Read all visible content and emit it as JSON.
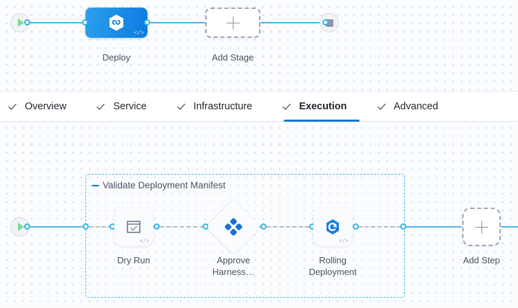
{
  "stage_canvas": {
    "start_node": {
      "icon": "play-icon",
      "name": "pipeline-start"
    },
    "end_node": {
      "icon": "stop-icon",
      "name": "pipeline-end"
    },
    "stages": [
      {
        "label": "Deploy",
        "icon": "harness-hexagon-icon",
        "code_glyph": "</>",
        "selected": true
      },
      {
        "label": "Add Stage",
        "icon": "plus-icon",
        "selected": false
      }
    ]
  },
  "tabs": [
    {
      "label": "Overview",
      "icon": "check-icon",
      "active": false
    },
    {
      "label": "Service",
      "icon": "check-icon",
      "active": false
    },
    {
      "label": "Infrastructure",
      "icon": "check-icon",
      "active": false
    },
    {
      "label": "Execution",
      "icon": "check-icon",
      "active": true
    },
    {
      "label": "Advanced",
      "icon": "check-icon",
      "active": false
    }
  ],
  "execution_canvas": {
    "start_node": {
      "icon": "play-icon",
      "name": "execution-start"
    },
    "step_group": {
      "label": "Validate Deployment Manifest",
      "collapse_icon": "minus-icon"
    },
    "steps": [
      {
        "label": "Dry Run",
        "icon": "window-check-icon",
        "shape": "square",
        "code_glyph": "</>"
      },
      {
        "label": "Approve\nHarness…",
        "icon": "approval-diamond-icon",
        "shape": "diamond"
      },
      {
        "label": "Rolling\nDeployment",
        "icon": "rolling-hexagon-icon",
        "shape": "square",
        "code_glyph": "</>"
      }
    ],
    "add_step": {
      "label": "Add Step",
      "icon": "plus-icon"
    }
  },
  "colors": {
    "accent_blue": "#0b77d4",
    "edge_blue": "#4db7e8",
    "port_blue": "#29b3ef",
    "group_border": "#49b6ef",
    "start_green": "#7ed994",
    "stop_grey": "#9293a8"
  }
}
